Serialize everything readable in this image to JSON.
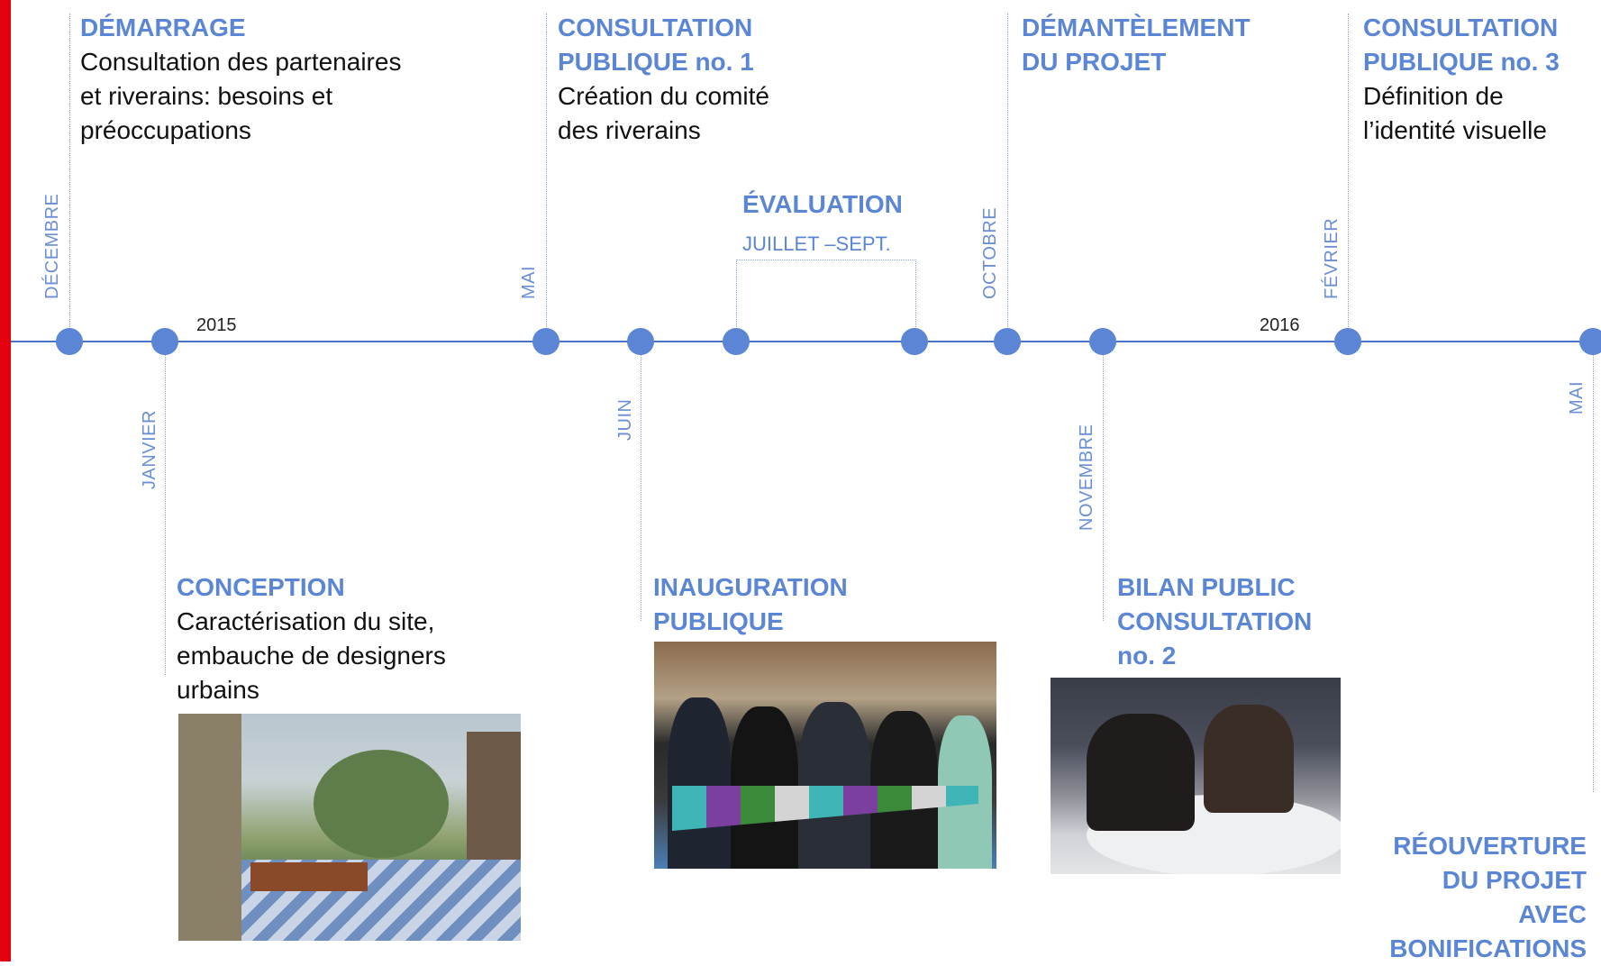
{
  "timeline": {
    "years": [
      "2015",
      "2016"
    ],
    "months": {
      "decembre": "DÉCEMBRE",
      "janvier": "JANVIER",
      "mai_2015": "MAI",
      "juin": "JUIN",
      "octobre": "OCTOBRE",
      "novembre": "NOVEMBRE",
      "fevrier": "FÉVRIER",
      "mai_2016": "MAI"
    }
  },
  "events": {
    "demarrage": {
      "title": "DÉMARRAGE",
      "desc": "Consultation des partenaires\net riverains: besoins et\npréoccupations"
    },
    "consultation1": {
      "title": "CONSULTATION\nPUBLIQUE no. 1",
      "desc": "Création du comité\ndes riverains"
    },
    "evaluation": {
      "title": "ÉVALUATION",
      "sub": "JUILLET –SEPT."
    },
    "demantelement": {
      "title": "DÉMANTÈLEMENT\nDU PROJET"
    },
    "consultation3": {
      "title": "CONSULTATION\nPUBLIQUE no. 3",
      "desc": "Définition de\nl’identité visuelle"
    },
    "conception": {
      "title": "CONCEPTION",
      "desc": "Caractérisation du site,\nembauche de designers\nurbains"
    },
    "inauguration": {
      "title": "INAUGURATION\nPUBLIQUE"
    },
    "bilan": {
      "title": "BILAN PUBLIC\nCONSULTATION\nno. 2"
    },
    "reouverture": {
      "title": "RÉOUVERTURE\nDU PROJET\nAVEC\nBONIFICATIONS"
    }
  },
  "colors": {
    "accent": "#5b86d6",
    "axis": "#4a74c9",
    "brand_bar": "#e3000f"
  }
}
